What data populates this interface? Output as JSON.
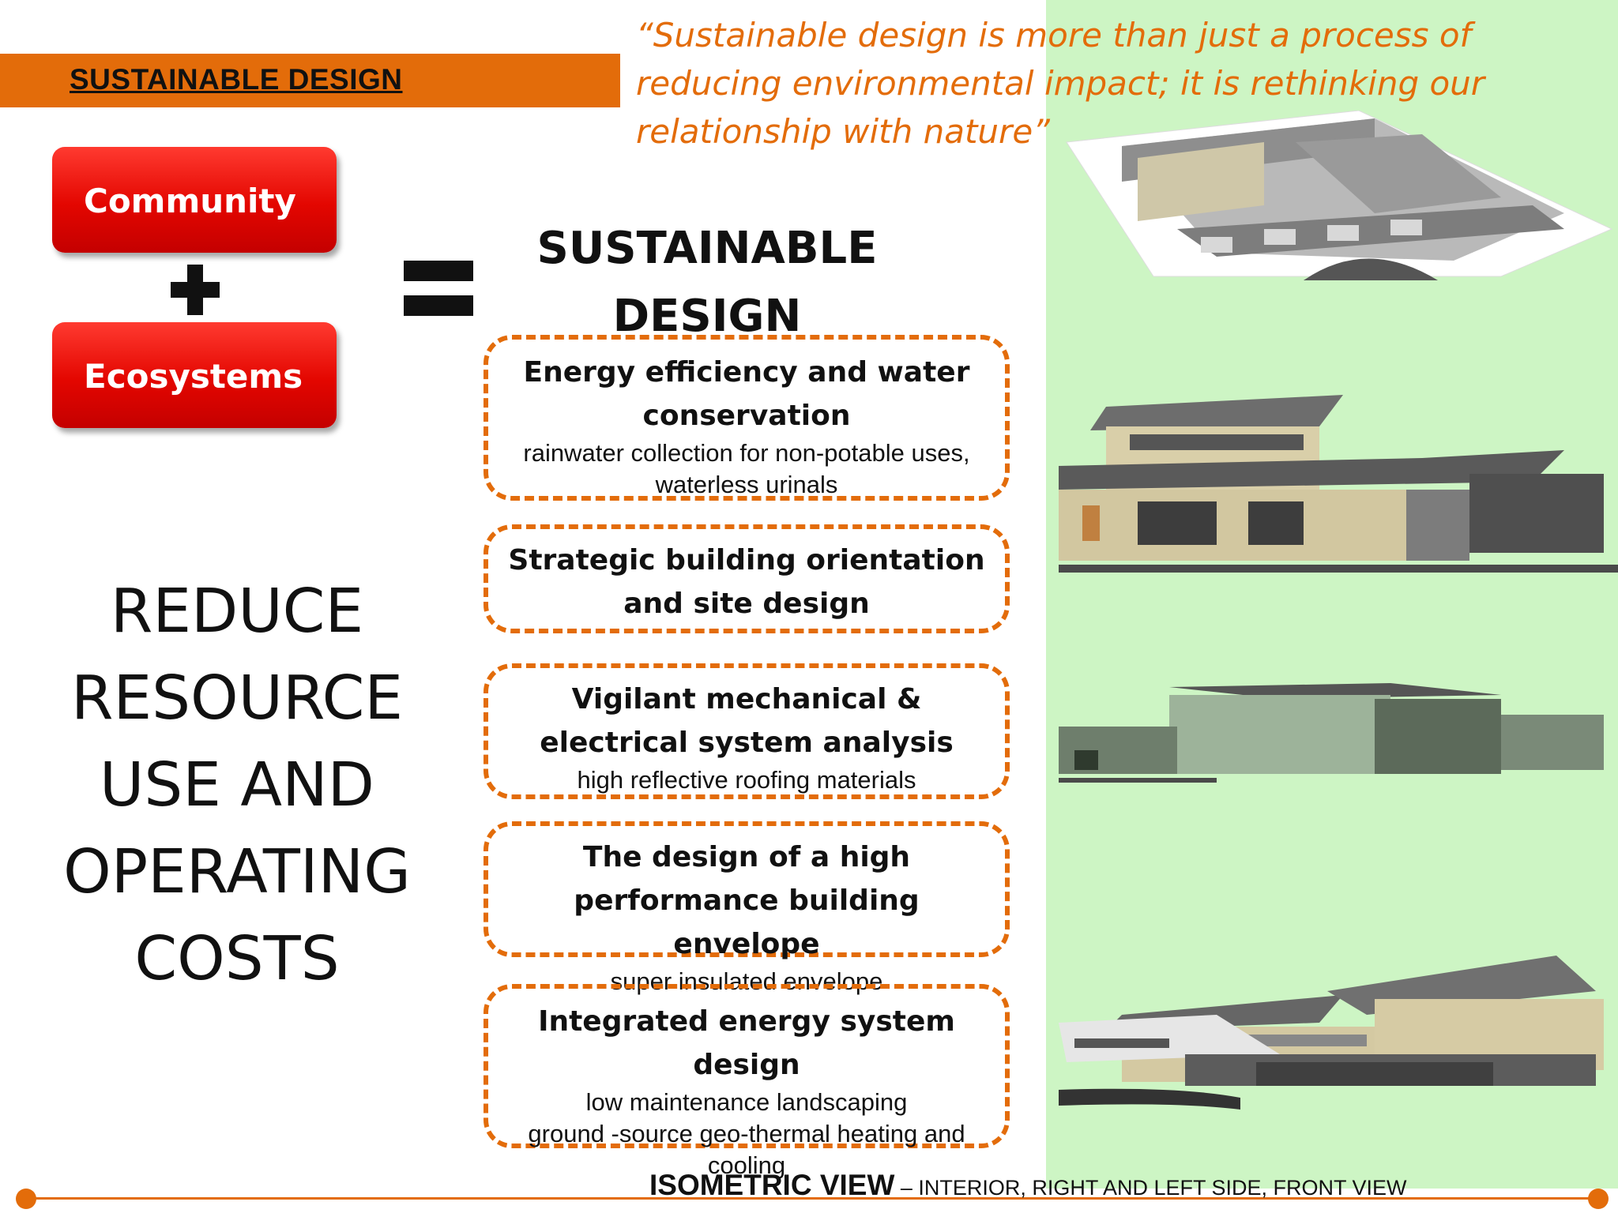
{
  "header": {
    "title": "SUSTAINABLE DESIGN"
  },
  "quote": "“Sustainable design is more than just a process of reducing environmental impact; it is rethinking our relationship with nature”",
  "equation": {
    "box1": "Community",
    "box2": "Ecosystems",
    "result_line1": "SUSTAINABLE",
    "result_line2": "DESIGN"
  },
  "reduce": [
    "REDUCE",
    "RESOURCE",
    "USE AND",
    "OPERATING",
    "COSTS"
  ],
  "strategies": [
    {
      "heading": "Energy efficiency and water conservation",
      "sub": [
        "rainwater collection for non-potable uses, waterless urinals"
      ]
    },
    {
      "heading": "Strategic building orientation and site design",
      "sub": []
    },
    {
      "heading": "Vigilant mechanical & electrical system analysis",
      "sub": [
        "high reflective roofing materials"
      ]
    },
    {
      "heading": "The design of a high performance building envelope",
      "sub": [
        "super insulated envelope"
      ]
    },
    {
      "heading": "Integrated energy system design",
      "sub": [
        "low maintenance landscaping",
        "ground -source geo-thermal heating and cooling"
      ]
    }
  ],
  "footer": {
    "iso_bold": "ISOMETRIC VIEW",
    "iso_rest": " – INTERIOR, RIGHT AND LEFT SIDE, FRONT VIEW"
  },
  "colors": {
    "accent": "#e36c0a",
    "red": "#e30600",
    "panel": "#cdf5c4"
  }
}
